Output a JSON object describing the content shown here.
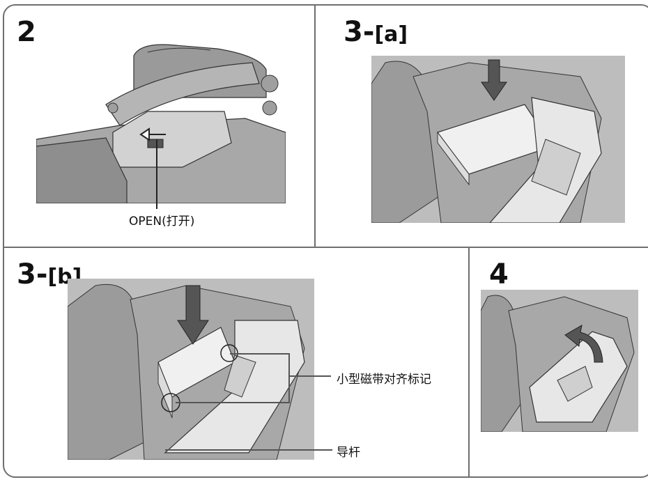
{
  "panels": {
    "p2": {
      "step": "2",
      "label": "OPEN(打开)"
    },
    "p3a": {
      "step": "3-",
      "sub": "[a]"
    },
    "p3b": {
      "step": "3-",
      "sub": "[b]",
      "label_mark": "小型磁带对齐标记",
      "label_guide": "导杆"
    },
    "p4": {
      "step": "4"
    }
  },
  "colors": {
    "border": "#6e6e6e",
    "photo_bg": "#bdbdbd",
    "ink": "#111111"
  },
  "icons": [
    "down-arrow-icon",
    "left-arrow-icon",
    "curved-arrow-icon"
  ]
}
